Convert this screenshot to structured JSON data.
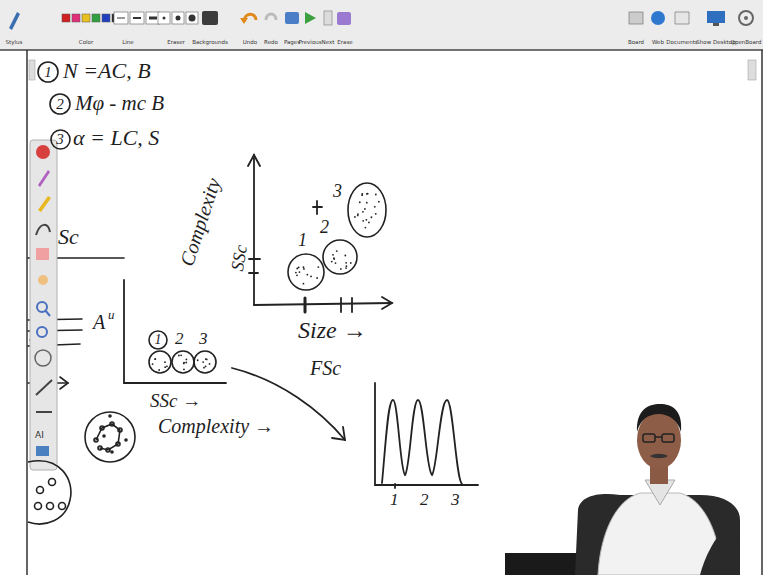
{
  "diagram": {
    "nodes": [
      {
        "text": [
          "1"
        ]
      },
      {
        "text": [
          "2"
        ]
      },
      {
        "text": [
          "3"
        ]
      },
      {
        "text": [
          "1"
        ]
      }
    ],
    "labels": [
      "Stylus",
      "Color",
      "Line",
      "Eraser",
      "Backgrounds",
      "Undo",
      "Redo",
      "Pages",
      "Previous",
      "Next",
      "Erase",
      "Board",
      "Web",
      "Documents",
      "Show Desktop",
      "OpenBoard",
      "N =AC, B",
      "Mφ - mc B",
      "α = LC, S",
      "Complexity",
      "SSc",
      "1",
      "2",
      "3",
      "Size →",
      "FSc",
      "2",
      "3",
      "SSc →",
      "Complexity →",
      "1",
      "2",
      "3",
      "Sc",
      "A",
      "u",
      "AI"
    ]
  }
}
